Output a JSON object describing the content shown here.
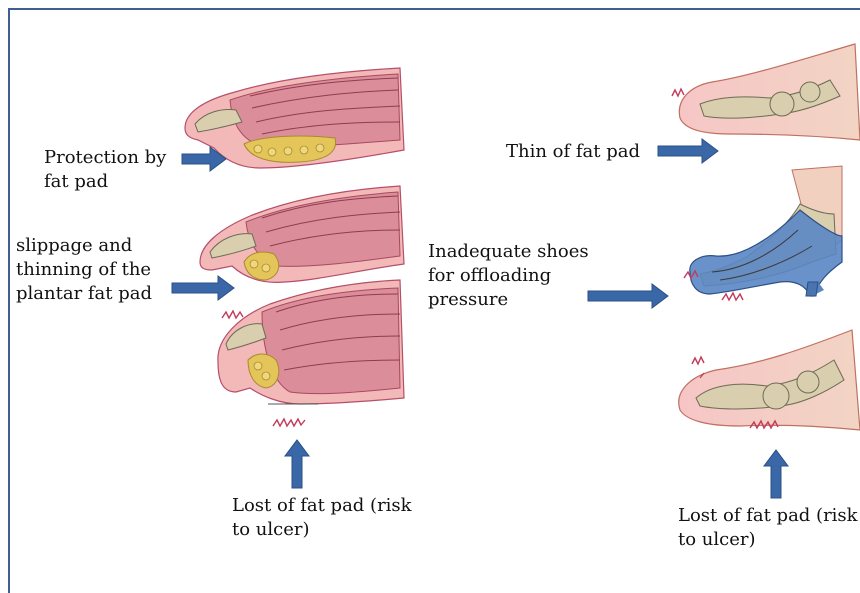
{
  "colors": {
    "frame": "#3f5f94",
    "arrow": "#3a67a8",
    "arrow_outline": "#2c4f84",
    "skin": "#f3b8b8",
    "tissue": "#e49aa3",
    "muscle": "#c85e72",
    "fat": "#e4c55a",
    "bone": "#d9cfae",
    "shoe": "#5a86c4",
    "pain": "#c23a5a"
  },
  "labels": {
    "protection": [
      "Protection by",
      "fat pad"
    ],
    "slippage": [
      "slippage and",
      "thinning of the",
      "plantar fat pad"
    ],
    "lost_left": [
      "Lost of fat pad (risk",
      "to ulcer)"
    ],
    "thin": [
      "Thin of fat pad"
    ],
    "inadequate": [
      "Inadequate shoes",
      "for offloading",
      "pressure"
    ],
    "lost_right": [
      "Lost of fat pad (risk",
      "to ulcer)"
    ]
  },
  "icons": {
    "arrows": "arrow-icon",
    "pain_marks": "pain-mark-icon"
  }
}
